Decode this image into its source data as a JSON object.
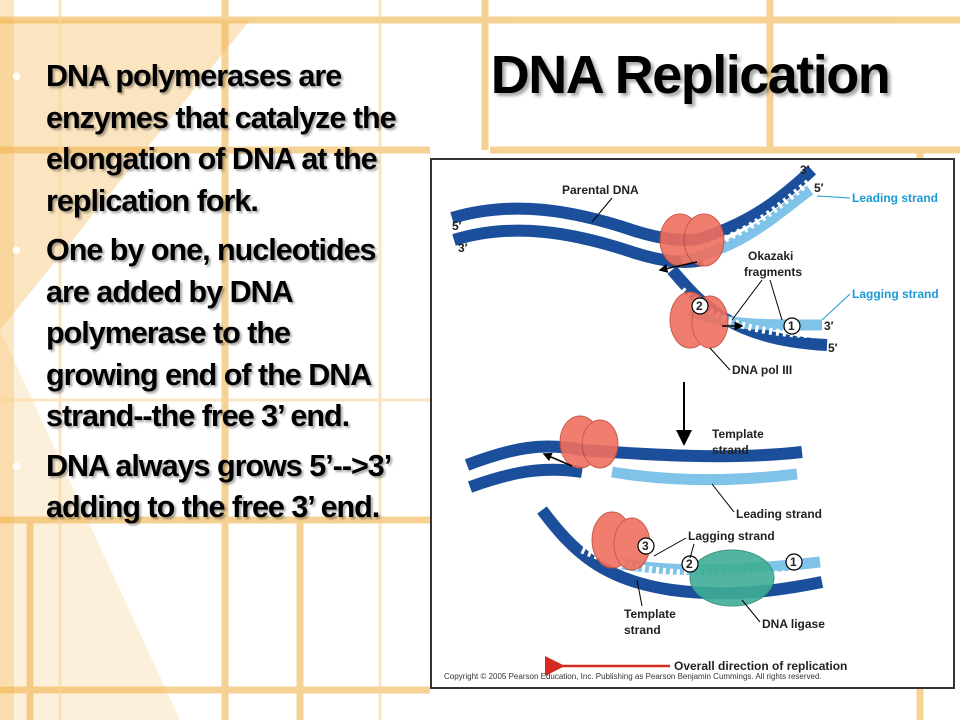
{
  "slide": {
    "title": "DNA Replication",
    "bullets": [
      "DNA polymerases are enzymes that catalyze the elongation of DNA at the replication fork.",
      "One by one, nucleotides are added by DNA polymerase to the growing end of the DNA strand--the free 3’ end.",
      "DNA always grows 5’-->3’ adding to the free 3’ end."
    ]
  },
  "figure": {
    "labels": {
      "parental_dna": "Parental DNA",
      "leading_strand_top": "Leading strand",
      "lagging_strand_top": "Lagging strand",
      "okazaki": "Okazaki",
      "fragments": "fragments",
      "dna_pol_iii": "DNA pol III",
      "template_strand_upper_1": "Template",
      "template_strand_upper_2": "strand",
      "leading_strand_bottom": "Leading strand",
      "lagging_strand_bottom": "Lagging strand",
      "template_strand_lower_1": "Template",
      "template_strand_lower_2": "strand",
      "dna_ligase": "DNA ligase",
      "overall_direction": "Overall direction of replication",
      "five_prime": "5′",
      "three_prime": "3′",
      "num1": "1",
      "num2": "2",
      "num3": "3"
    },
    "copyright": "Copyright © 2005 Pearson Education, Inc. Publishing as Pearson Benjamin Cummings. All rights reserved."
  },
  "colors": {
    "dark_strand": "#1b4f9c",
    "light_strand": "#7fc4e8",
    "polymerase": "#ef6f5e",
    "ligase": "#3fae97",
    "accent_blue": "#1a9ad6",
    "arrow_red": "#d42a1f",
    "bg_orange": "#f5c070"
  }
}
